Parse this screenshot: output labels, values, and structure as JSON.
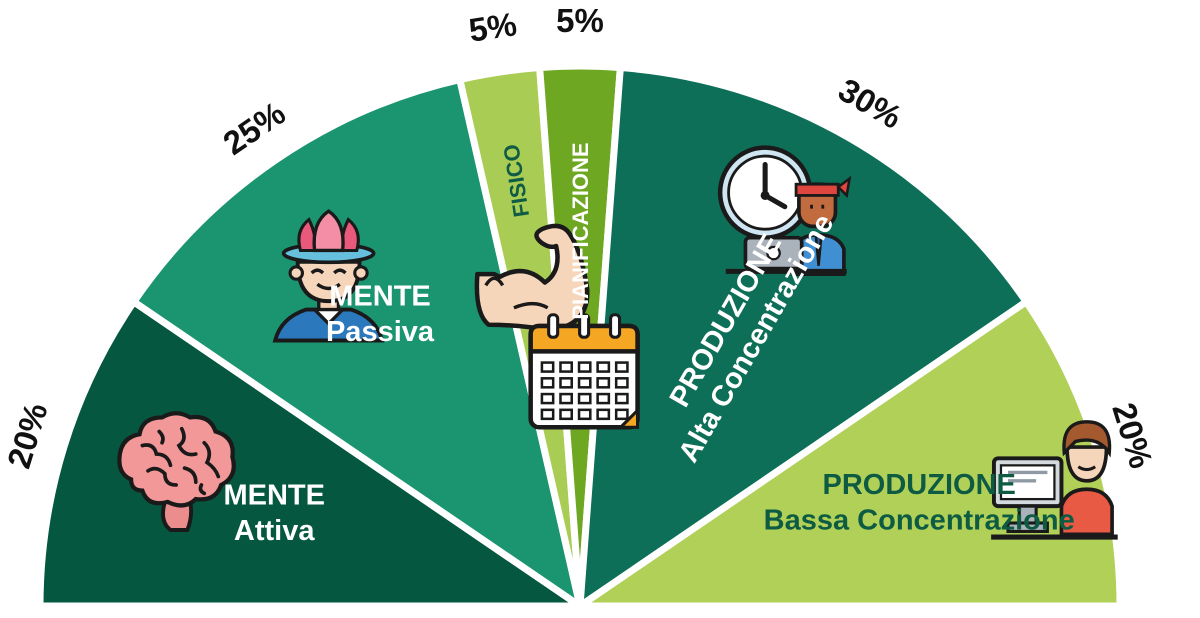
{
  "chart_data": {
    "type": "pie",
    "categories": [
      "MENTE Attiva",
      "MENTE Passiva",
      "FISICO",
      "PIANIFICAZIONE",
      "PRODUZIONE Alta Concentrazione",
      "PRODUZIONE Bassa Concentrazione"
    ],
    "values": [
      20,
      25,
      5,
      5,
      30,
      20
    ],
    "value_labels": [
      "20%",
      "25%",
      "5%",
      "5%",
      "30%",
      "20%"
    ],
    "title": ""
  },
  "segments": [
    {
      "lines": [
        "MENTE",
        "Attiva"
      ],
      "value": 20,
      "label": "20%",
      "color": "#06573f",
      "text_color": "#ffffff",
      "icon": "brain-icon"
    },
    {
      "lines": [
        "MENTE",
        "Passiva"
      ],
      "value": 25,
      "label": "25%",
      "color": "#1b9570",
      "text_color": "#ffffff",
      "icon": "meditating-person-icon"
    },
    {
      "lines": [
        "FISICO"
      ],
      "value": 5,
      "label": "5%",
      "color": "#a9cc55",
      "text_color": "#0f5b43",
      "icon": "flexed-bicep-icon"
    },
    {
      "lines": [
        "PIANIFICAZIONE"
      ],
      "value": 5,
      "label": "5%",
      "color": "#6ea722",
      "text_color": "#ffffff",
      "icon": "calendar-icon"
    },
    {
      "lines": [
        "PRODUZIONE",
        "Alta Concentrazione"
      ],
      "value": 30,
      "label": "30%",
      "color": "#0e6f58",
      "text_color": "#ffffff",
      "icon": "clock-worker-icon"
    },
    {
      "lines": [
        "PRODUZIONE",
        "Bassa Concentrazione"
      ],
      "value": 20,
      "label": "20%",
      "color": "#b1d058",
      "text_color": "#0d5b42",
      "icon": "computer-worker-icon"
    }
  ]
}
